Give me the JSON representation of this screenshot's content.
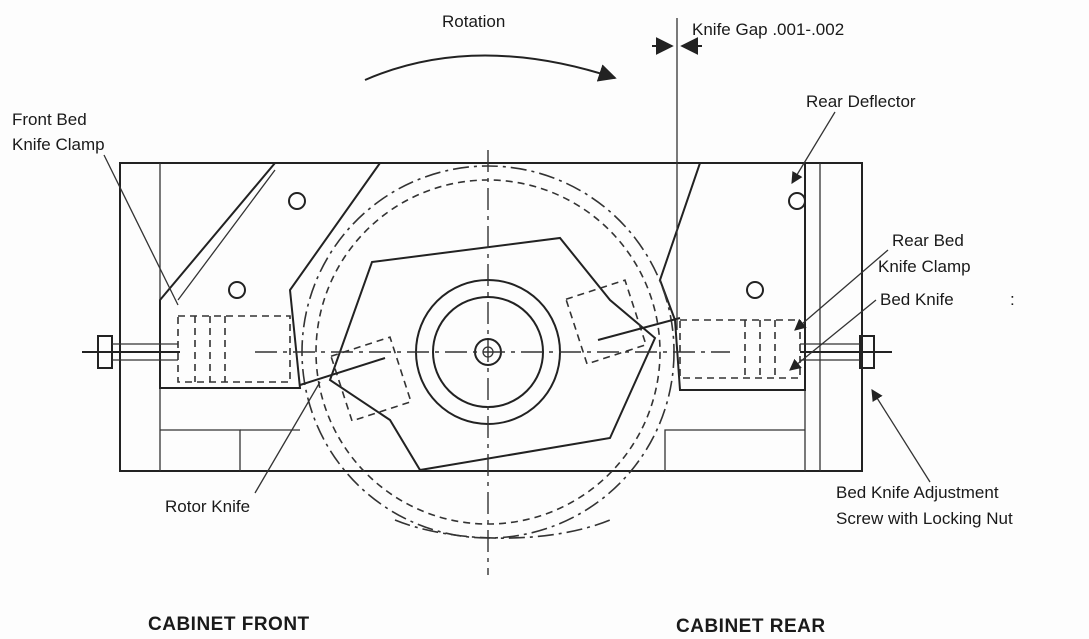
{
  "labels": {
    "rotation": "Rotation",
    "knife_gap": "Knife Gap .001-.002",
    "rear_deflector": "Rear Deflector",
    "front_bed_knife_clamp_line1": "Front Bed",
    "front_bed_knife_clamp_line2": "Knife Clamp",
    "rear_bed_knife_clamp_line1": "Rear Bed",
    "rear_bed_knife_clamp_line2": "Knife Clamp",
    "bed_knife": "Bed Knife",
    "rotor_knife": "Rotor Knife",
    "adjustment_line1": "Bed Knife Adjustment",
    "adjustment_line2": "Screw with Locking Nut",
    "cabinet_front": "CABINET FRONT",
    "cabinet_rear": "CABINET REAR",
    "stray_mark": ":"
  },
  "colors": {
    "ink": "#222222",
    "paper": "#fdfdfd"
  }
}
